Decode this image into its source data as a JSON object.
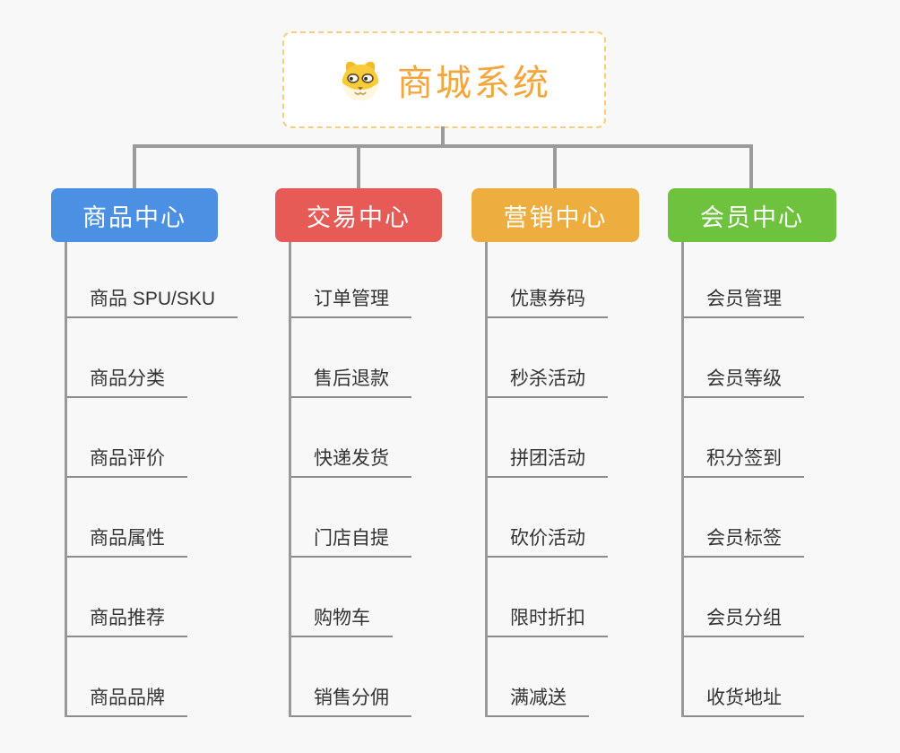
{
  "background_color": "#F8F8F8",
  "connector_color": "#9B9B9B",
  "underline_color": "#8C8C8C",
  "root": {
    "title": "商城系统",
    "icon": "shiba-dog-face-icon",
    "text_color": "#F2A63C",
    "border_color": "#F8CD7E"
  },
  "branches": [
    {
      "label": "商品中心",
      "color": "#4C90E4",
      "items": [
        "商品 SPU/SKU",
        "商品分类",
        "商品评价",
        "商品属性",
        "商品推荐",
        "商品品牌"
      ]
    },
    {
      "label": "交易中心",
      "color": "#E75B57",
      "items": [
        "订单管理",
        "售后退款",
        "快递发货",
        "门店自提",
        "购物车",
        "销售分佣"
      ]
    },
    {
      "label": "营销中心",
      "color": "#EDAD3F",
      "items": [
        "优惠券码",
        "秒杀活动",
        "拼团活动",
        "砍价活动",
        "限时折扣",
        "满减送"
      ]
    },
    {
      "label": "会员中心",
      "color": "#6EC23E",
      "items": [
        "会员管理",
        "会员等级",
        "积分签到",
        "会员标签",
        "会员分组",
        "收货地址"
      ]
    }
  ]
}
